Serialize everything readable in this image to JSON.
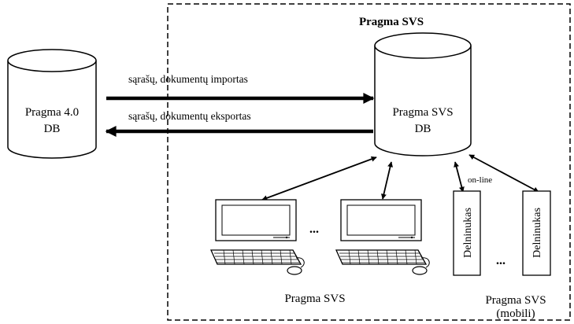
{
  "diagram": {
    "system_title": "Pragma SVS",
    "external_db": {
      "line1": "Pragma 4.0",
      "line2": "DB"
    },
    "main_db": {
      "line1": "Pragma SVS",
      "line2": "DB"
    },
    "flows": {
      "import_label": "sąrašų, dokumentų importas",
      "export_label": "sąrašų, dokumentų eksportas"
    },
    "online_label": "on-line",
    "ellipsis": "...",
    "workstations": {
      "caption": "Pragma SVS"
    },
    "mobile": {
      "device_label": "Delninukas",
      "caption_line1": "Pragma SVS",
      "caption_line2": "(mobili)"
    }
  }
}
